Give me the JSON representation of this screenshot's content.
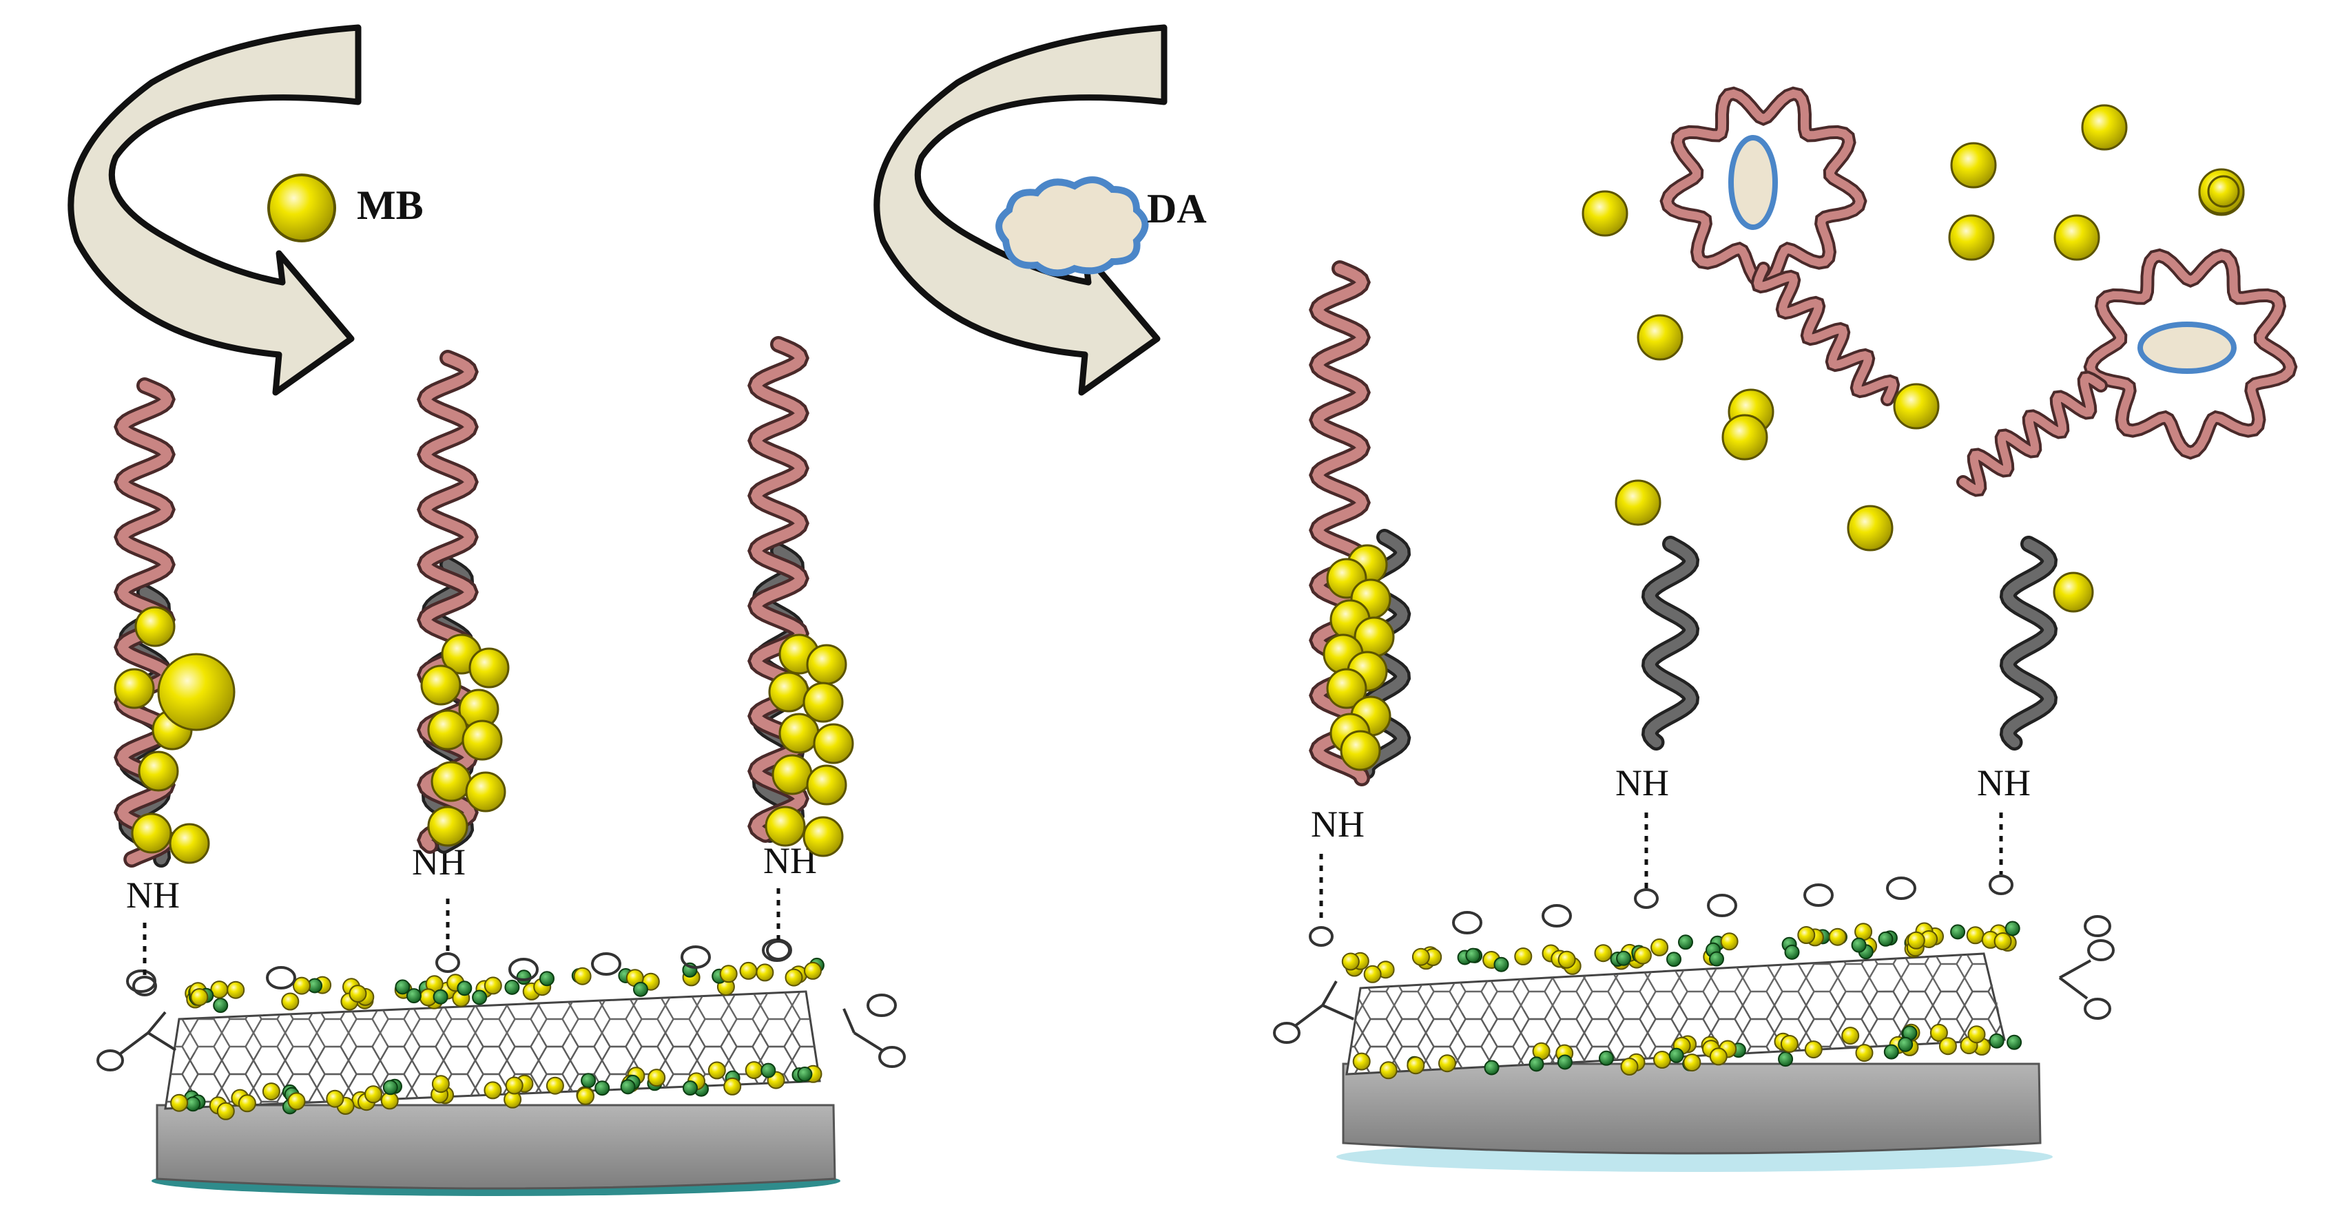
{
  "labels": {
    "methylene_blue": "MB",
    "dopamine": "DA",
    "amine_group": "NH"
  },
  "colors": {
    "aptamer_strand": "#c98583",
    "aptamer_outline": "#4a2a2a",
    "complement_strand": "#6a6a6a",
    "mb_sphere": "#f2e600",
    "mb_outline": "#6b6500",
    "green_particle": "#1f8a2f",
    "dopamine_fill": "#ece3cf",
    "dopamine_outline": "#4b86c8",
    "electrode": "#9d9d9d",
    "electrode_rim": "#2f8c8c",
    "arrow_fill": "#e7e3d3"
  },
  "icons": {
    "arrow": "curved-arrow-icon",
    "mb": "mb-sphere-icon",
    "da": "dopamine-cloud-icon"
  }
}
